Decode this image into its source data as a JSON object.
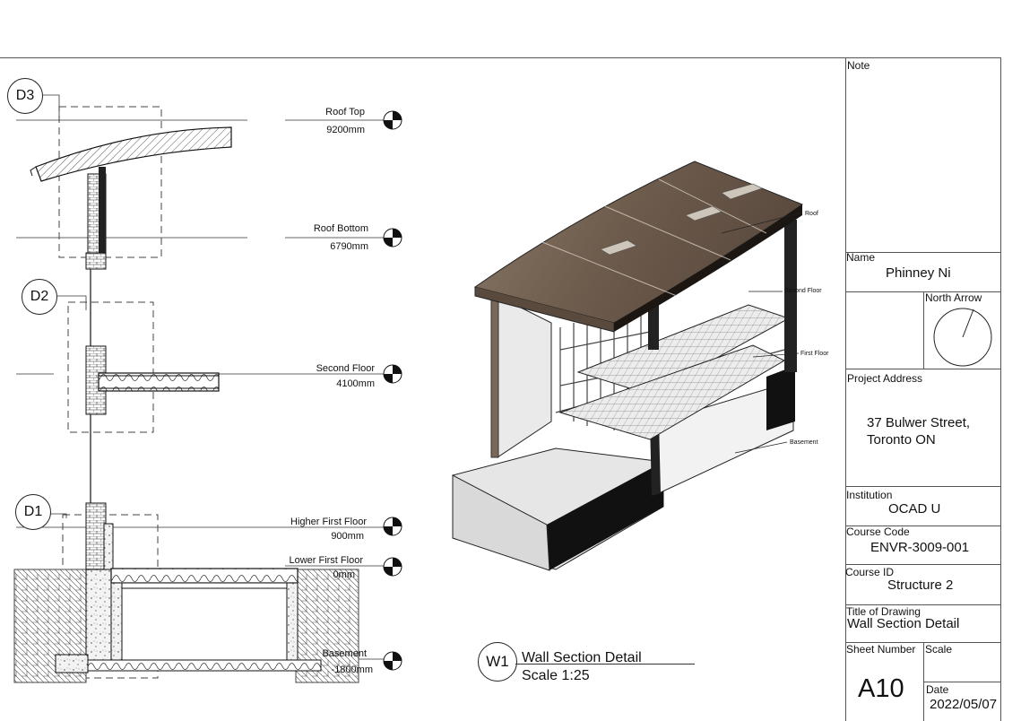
{
  "title_block": {
    "note_label": "Note",
    "name_label": "Name",
    "name_value": "Phinney Ni",
    "north_arrow_label": "North Arrow",
    "project_address_label": "Project Address",
    "project_address_line1": "37 Bulwer Street,",
    "project_address_line2": "Toronto ON",
    "institution_label": "Institution",
    "institution_value": "OCAD U",
    "course_code_label": "Course Code",
    "course_code_value": "ENVR-3009-001",
    "course_id_label": "Course ID",
    "course_id_value": "Structure 2",
    "title_label": "Title of Drawing",
    "title_value": "Wall Section Detail",
    "sheet_number_label": "Sheet Number",
    "sheet_number_value": "A10",
    "scale_label": "Scale",
    "date_label": "Date",
    "date_value": "2022/05/07"
  },
  "levels": [
    {
      "name": "Roof Top",
      "value": "9200mm"
    },
    {
      "name": "Roof Bottom",
      "value": "6790mm"
    },
    {
      "name": "Second Floor",
      "value": "4100mm"
    },
    {
      "name": "Higher First Floor",
      "value": "900mm"
    },
    {
      "name": "Lower First Floor",
      "value": "0mm"
    },
    {
      "name": "Basement",
      "value": "-1800mm"
    }
  ],
  "detail_tags": [
    "D3",
    "D2",
    "D1"
  ],
  "drawing_tag": {
    "id": "W1",
    "title": "Wall Section Detail",
    "scale": "Scale 1:25"
  },
  "iso_labels": [
    "Roof",
    "Second Floor",
    "First Floor",
    "Basement"
  ]
}
